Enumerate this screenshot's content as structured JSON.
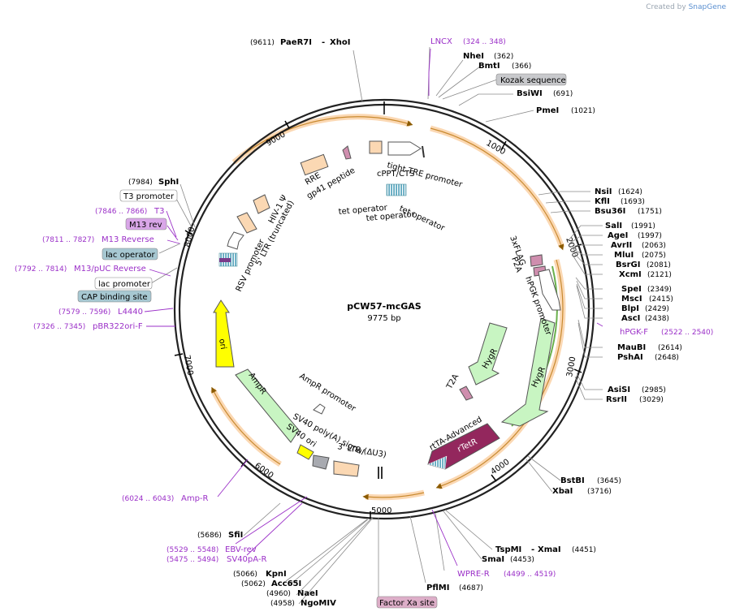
{
  "plasmid": {
    "name": "pCW57-mcGAS",
    "length": "9775 bp"
  },
  "brand": {
    "prefix": "Created by",
    "name": "SnapGene"
  },
  "ticks": [
    "1000",
    "2000",
    "3000",
    "4000",
    "5000",
    "6000",
    "7000",
    "8000",
    "9000"
  ],
  "top_sites": {
    "paer7i": {
      "pos": "(9611)",
      "name": "PaeR7I",
      "dash": "-",
      "name2": "XhoI"
    },
    "lncx": {
      "name": "LNCX",
      "range": "(324 .. 348)"
    }
  },
  "right_sites": [
    {
      "name": "NheI",
      "pos": "(362)"
    },
    {
      "name": "BmtI",
      "pos": "(366)"
    },
    {
      "name": "BsiWI",
      "pos": "(691)"
    },
    {
      "name": "PmeI",
      "pos": "(1021)"
    },
    {
      "name": "NsiI",
      "pos": "(1624)"
    },
    {
      "name": "KflI",
      "pos": "(1693)"
    },
    {
      "name": "Bsu36I",
      "pos": "(1751)"
    },
    {
      "name": "SalI",
      "pos": "(1991)"
    },
    {
      "name": "AgeI",
      "pos": "(1997)"
    },
    {
      "name": "AvrII",
      "pos": "(2063)"
    },
    {
      "name": "MluI",
      "pos": "(2075)"
    },
    {
      "name": "BsrGI",
      "pos": "(2081)"
    },
    {
      "name": "XcmI",
      "pos": "(2121)"
    },
    {
      "name": "SpeI",
      "pos": "(2349)"
    },
    {
      "name": "MscI",
      "pos": "(2415)"
    },
    {
      "name": "BlpI",
      "pos": "(2429)"
    },
    {
      "name": "AscI",
      "pos": "(2438)"
    },
    {
      "name": "MauBI",
      "pos": "(2614)"
    },
    {
      "name": "PshAI",
      "pos": "(2648)"
    },
    {
      "name": "AsiSI",
      "pos": "(2985)"
    },
    {
      "name": "RsrII",
      "pos": "(3029)"
    },
    {
      "name": "BstBI",
      "pos": "(3645)"
    },
    {
      "name": "XbaI",
      "pos": "(3716)"
    }
  ],
  "kozak": "Kozak sequence",
  "hpgk_f": {
    "name": "hPGK-F",
    "range": "(2522 .. 2540)"
  },
  "bottom_right": {
    "tspmi": {
      "name": "TspMI",
      "dash": "-",
      "name2": "XmaI",
      "pos": "(4451)"
    },
    "smai": {
      "name": "SmaI",
      "pos": "(4453)"
    },
    "wpre": {
      "name": "WPRE-R",
      "range": "(4499 .. 4519)"
    },
    "pflmi": {
      "name": "PflMI",
      "pos": "(4687)"
    },
    "factorxa": "Factor Xa site"
  },
  "bottom_left": {
    "sfii": {
      "pos": "(5686)",
      "name": "SfiI"
    },
    "ebv": {
      "range": "(5529 .. 5548)",
      "name": "EBV-rev"
    },
    "sv40pa": {
      "range": "(5475 .. 5494)",
      "name": "SV40pA-R"
    },
    "kpni": {
      "pos": "(5066)",
      "name": "KpnI"
    },
    "acc65i": {
      "pos": "(5062)",
      "name": "Acc65I"
    },
    "naei": {
      "pos": "(4960)",
      "name": "NaeI"
    },
    "ngomiv": {
      "pos": "(4958)",
      "name": "NgoMIV"
    },
    "ampr": {
      "range": "(6024 .. 6043)",
      "name": "Amp-R"
    }
  },
  "left_sites": {
    "sphi": {
      "pos": "(7984)",
      "name": "SphI"
    },
    "t3promoter": "T3 promoter",
    "t3": {
      "range": "(7846 .. 7866)",
      "name": "T3"
    },
    "m13rev": "M13 rev",
    "m13reverse": {
      "range": "(7811 .. 7827)",
      "name": "M13 Reverse"
    },
    "lacop": "lac operator",
    "m13puc": {
      "range": "(7792 .. 7814)",
      "name": "M13/pUC Reverse"
    },
    "lacpromoter": "lac promoter",
    "cap": "CAP binding site",
    "l4440": {
      "range": "(7579 .. 7596)",
      "name": "L4440"
    },
    "pbr322": {
      "range": "(7326 .. 7345)",
      "name": "pBR322ori-F"
    }
  },
  "features": {
    "tight_tre": "tight TRE promoter",
    "cppt": "cPPT/CTS",
    "rre": "RRE",
    "gp41": "gp41 peptide",
    "tetop1": "tet operator",
    "tetop2": "tet operator",
    "tetop3": "tet operator",
    "hiv": "HIV-1 Ψ",
    "ltr5": "5' LTR (truncated)",
    "rsv": "RSV promoter",
    "flag": "3xFLAG",
    "p2a": "P2A",
    "hpgk": "hPGK promoter",
    "hygr_in": "HygR",
    "hygr_out": "HygR",
    "t2a": "T2A",
    "rtta": "rtTA-Advanced",
    "rtetr": "rTetR",
    "ori": "ori",
    "ampr": "AmpR",
    "amppromoter": "AmpR promoter",
    "sv40pa": "SV40 poly(A) signal",
    "sv40ori": "SV40 ori",
    "ltr3": "3' LTR (ΔU3)"
  },
  "colors": {
    "orange_feature": "#fbd8b3",
    "green_feature": "#c8f5c2",
    "yellow_feature": "#ffff00",
    "maroon_feature": "#93275d",
    "pink_feature": "#cf8eae",
    "purple_text": "#9b30c8",
    "orf_arc": "#f3b25d"
  }
}
